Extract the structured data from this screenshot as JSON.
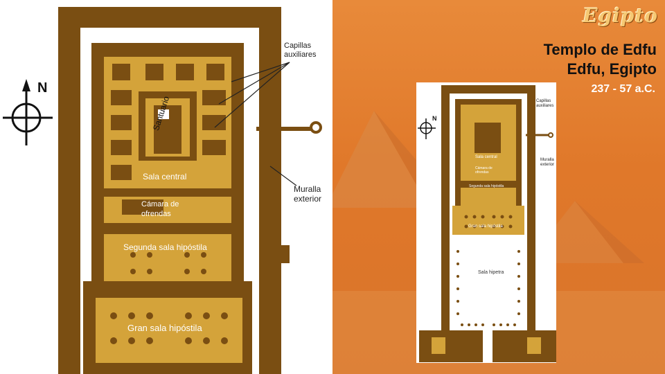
{
  "slide": {
    "logo": "Egipto",
    "title_line1": "Templo de Edfu",
    "title_line2": "Edfu, Egipto",
    "dates": "237 - 57 a.C."
  },
  "big_plan": {
    "north": "N",
    "label_capillas_1": "Capillas",
    "label_capillas_2": "auxiliares",
    "label_muralla_1": "Muralla",
    "label_muralla_2": "exterior",
    "santuario": "Santuario",
    "sala_central": "Sala central",
    "camara_1": "Cámara de",
    "camara_2": "ofrendas",
    "segunda_sala": "Segunda sala hipóstila",
    "gran_sala": "Gran sala hipóstila"
  },
  "small_plan": {
    "north": "N",
    "label_capillas_1": "Capillas",
    "label_capillas_2": "auxiliares",
    "label_muralla_1": "Muralla",
    "label_muralla_2": "exterior",
    "sala_central": "Sala central",
    "camara_1": "Cámara de",
    "camara_2": "ofrendas",
    "segunda_sala": "Segunda sala hipóstila",
    "gran_sala": "Gran sala hipóstila",
    "sala_hipetra": "Sala hipetra"
  },
  "colors": {
    "wall": "#7a4e12",
    "floor": "#d4a33a",
    "background_orange": "#e0782a",
    "logo": "#f6c873"
  }
}
